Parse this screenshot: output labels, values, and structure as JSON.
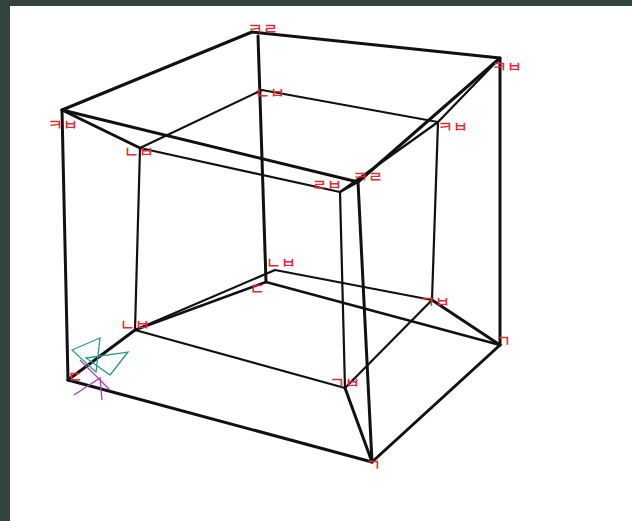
{
  "diagram": {
    "labels": [
      "ㅋㄹ",
      "ㅋㅂ",
      "ㅋㅂ",
      "ㄹㅂ",
      "ㅋㄹ",
      "ㄱ",
      "ㄱ",
      "ㄷ",
      "ㄴㅂ",
      "ㄴㅂ",
      "ㅋㅂ",
      "ㄴㅂ",
      "ㄷ",
      "ㄴㅂ",
      "ㄱㅂ",
      "ㄱㅂ"
    ]
  }
}
